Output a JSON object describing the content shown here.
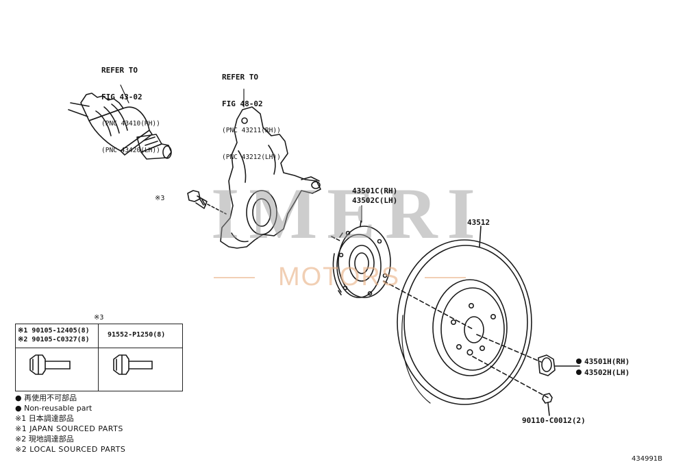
{
  "refs": {
    "cv_shaft": {
      "line1": "REFER TO",
      "line2": "FIG 43-02",
      "line3": "(PNC 43410(RH))",
      "line4": "(PNC 43420(LH))"
    },
    "knuckle": {
      "line1": "REFER TO",
      "line2": "FIG 48-02",
      "line3": "(PNC 43211(RH))",
      "line4": "(PNC 43212(LH))"
    }
  },
  "labels": {
    "bolt_ref": "※3",
    "hub_rh": "43501C(RH)",
    "hub_lh": "43502C(LH)",
    "rotor": "43512",
    "nut_rh": "43501H(RH)",
    "nut_lh": "43502H(LH)",
    "nut_small": "90110-C0012(2)",
    "figure_id": "434991B"
  },
  "table": {
    "header": "※3",
    "col1_line1": "※1 90105-12405(8)",
    "col1_line2": "※2 90105-C0327(8)",
    "col2": "91552-P1250(8)"
  },
  "legend": [
    "● 再使用不可部品",
    "● Non-reusable part",
    "※1 日本調達部品",
    "※1 JAPAN SOURCED PARTS",
    "※2 現地調達部品",
    "※2 LOCAL SOURCED PARTS"
  ],
  "watermark": {
    "main": "IMERI",
    "sub": "MOTORS"
  },
  "colors": {
    "line": "#1a1a1a",
    "watermark_gray": "#969696",
    "watermark_orange": "#e8af82"
  }
}
